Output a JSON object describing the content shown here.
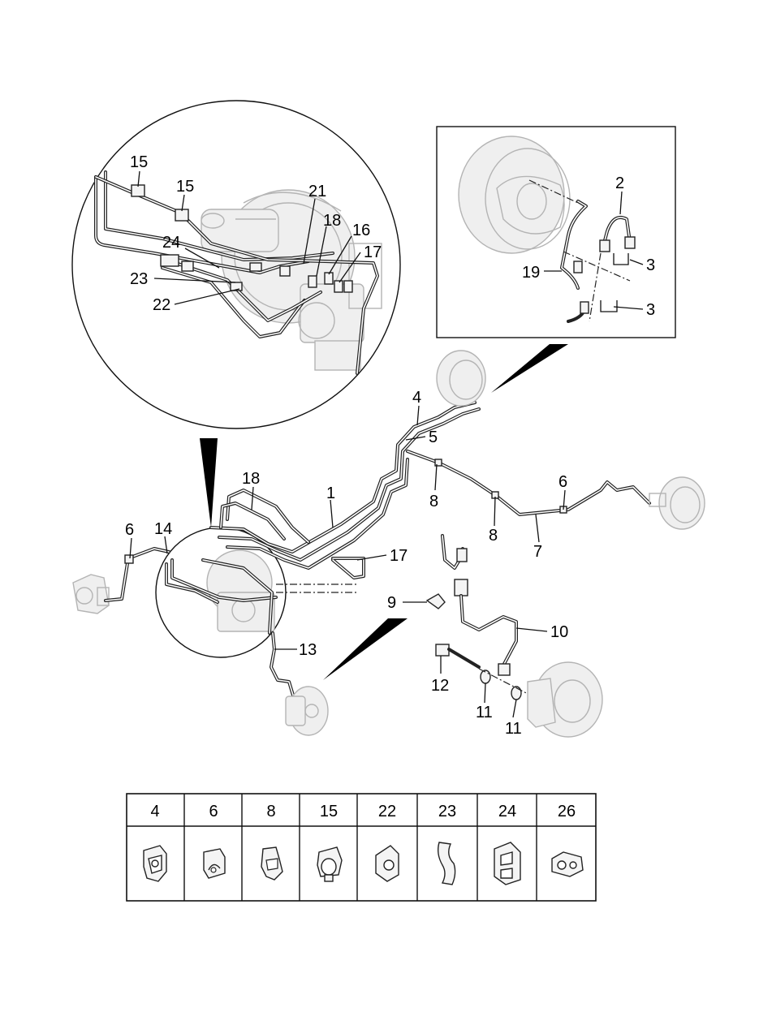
{
  "callouts": {
    "c15a": "15",
    "c15b": "15",
    "c21": "21",
    "c18a": "18",
    "c16": "16",
    "c17a": "17",
    "c24": "24",
    "c23": "23",
    "c22": "22",
    "c2": "2",
    "c3a": "3",
    "c3b": "3",
    "c19": "19",
    "c4": "4",
    "c5": "5",
    "c1": "1",
    "c18b": "18",
    "c6a": "6",
    "c6b": "6",
    "c14": "14",
    "c8a": "8",
    "c8b": "8",
    "c7": "7",
    "c17b": "17",
    "c9": "9",
    "c10": "10",
    "c13": "13",
    "c12": "12",
    "c11a": "11",
    "c11b": "11"
  },
  "clip_table": {
    "headers": [
      "4",
      "6",
      "8",
      "15",
      "22",
      "23",
      "24",
      "26"
    ]
  }
}
